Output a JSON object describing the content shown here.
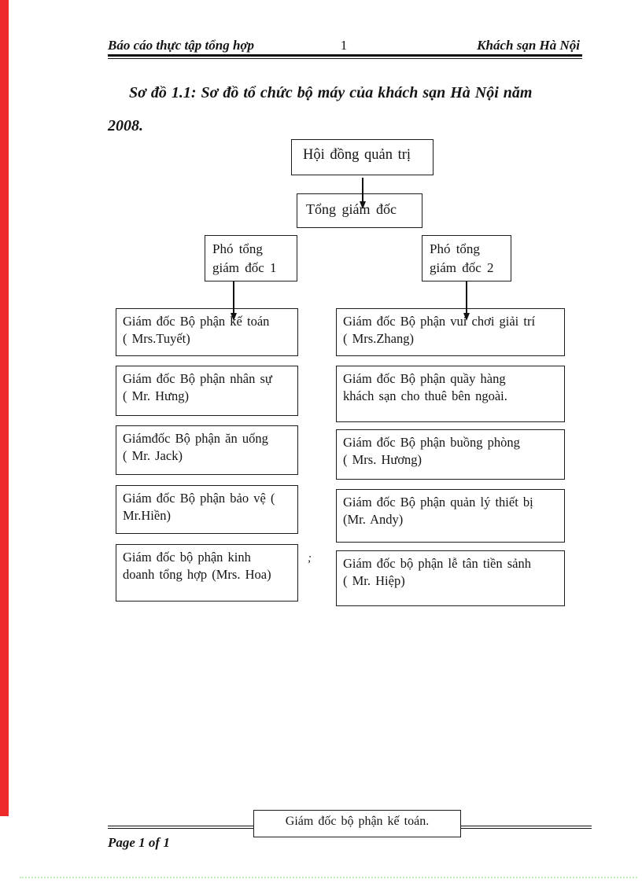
{
  "header": {
    "left": "Báo cáo thực tập tổng hợp",
    "page_number": "1",
    "right": "Khách sạn Hà Nội"
  },
  "title": {
    "line1": "Sơ đồ 1.1: Sơ đồ tổ chức bộ máy của khách sạn Hà Nội năm",
    "line2": "2008."
  },
  "org_chart": {
    "root": "Hội đồng quản trị",
    "general_director": "Tổng giám đốc",
    "deputy_1": "Phó tổng\ngiám đốc 1",
    "deputy_2": "Phó tổng\ngiám đốc 2",
    "left_branch": [
      "Giám đốc Bộ phận kế toán\n( Mrs.Tuyết)",
      "Giám đốc Bộ phận nhân sự\n( Mr. Hưng)",
      "Giámđốc Bộ phận ăn uống\n( Mr. Jack)",
      "Giám đốc Bộ phận bảo vệ (\nMr.Hiền)",
      "Giám đốc bộ phận kinh\ndoanh tổng hợp (Mrs. Hoa)"
    ],
    "right_branch": [
      "Giám đốc Bộ phận vui chơi giải trí\n( Mrs.Zhang)",
      "Giám đốc Bộ phận quầy hàng\nkhách sạn cho thuê bên ngoài.",
      "Giám đốc Bộ phận buồng phòng\n( Mrs. Hương)",
      "Giám đốc Bộ phận quản lý thiết bị\n(Mr. Andy)",
      "Giám đốc bộ phận lễ tân tiền sảnh\n( Mr. Hiệp)"
    ],
    "stray_mark": ";"
  },
  "footer": {
    "floating_box": "Giám đốc bộ phận kế toán.",
    "page_label": "Page 1 of 1"
  },
  "colors": {
    "accent_bar": "#ee2b2b",
    "dotted_line": "#b9f2b4"
  }
}
